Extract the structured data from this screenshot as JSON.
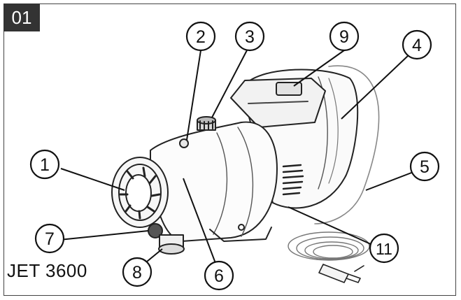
{
  "figure": {
    "tag": "01",
    "model": "JET 3600",
    "callouts": [
      "1",
      "2",
      "3",
      "4",
      "5",
      "6",
      "7",
      "8",
      "9",
      "11"
    ]
  }
}
